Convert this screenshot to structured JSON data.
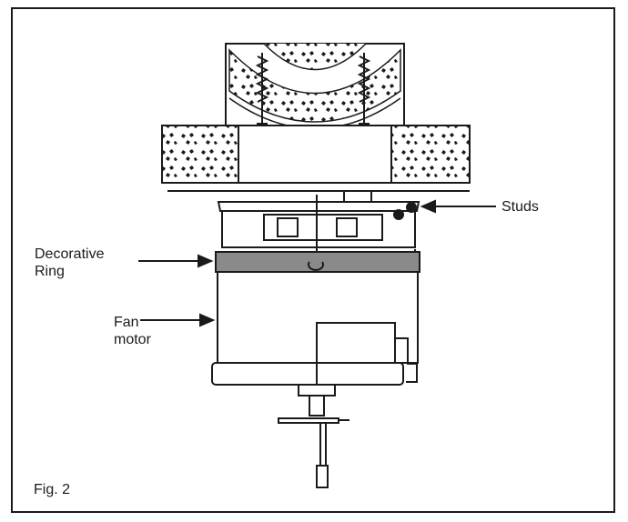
{
  "labels": {
    "studs": "Studs",
    "decorative_ring_line1": "Decorative",
    "decorative_ring_line2": "Ring",
    "fan_motor_line1": "Fan",
    "fan_motor_line2": "motor"
  },
  "figure_caption": "Fig. 2",
  "colors": {
    "line": "#1a1a1a",
    "ring_fill": "#8a8a8a",
    "background": "#ffffff"
  }
}
